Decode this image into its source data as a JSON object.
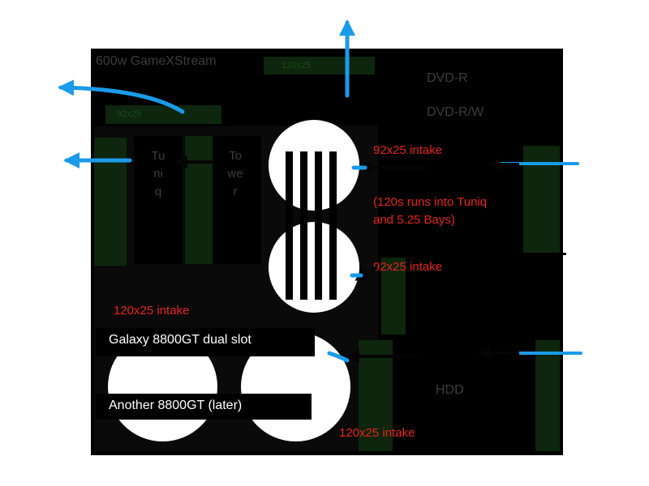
{
  "psu_label": "600w GameXStream",
  "top_fan_label": "120x25",
  "psu_fan_label": "92x25",
  "drive1_label": "DVD-R",
  "drive2_label": "DVD-R/W",
  "cooler1_label": "Tuniq",
  "cooler2_label": "Tower",
  "annotations": {
    "intake_upper": "92x25 intake",
    "note_line1": "(120s runs into Tuniq",
    "note_line2": "and 5.25 Bays)",
    "intake_lower": "92x25 intake",
    "intake_left": "120x25 intake",
    "intake_bottom": "120x25 intake"
  },
  "gpu1_label": "Galaxy 8800GT dual slot",
  "gpu2_label": "Another 8800GT (later)",
  "hdd_label": "HDD",
  "colors": {
    "case": "#000000",
    "fan_green": "#0d260d",
    "arrow": "#1a9bea",
    "annotation": "#e8231a"
  }
}
